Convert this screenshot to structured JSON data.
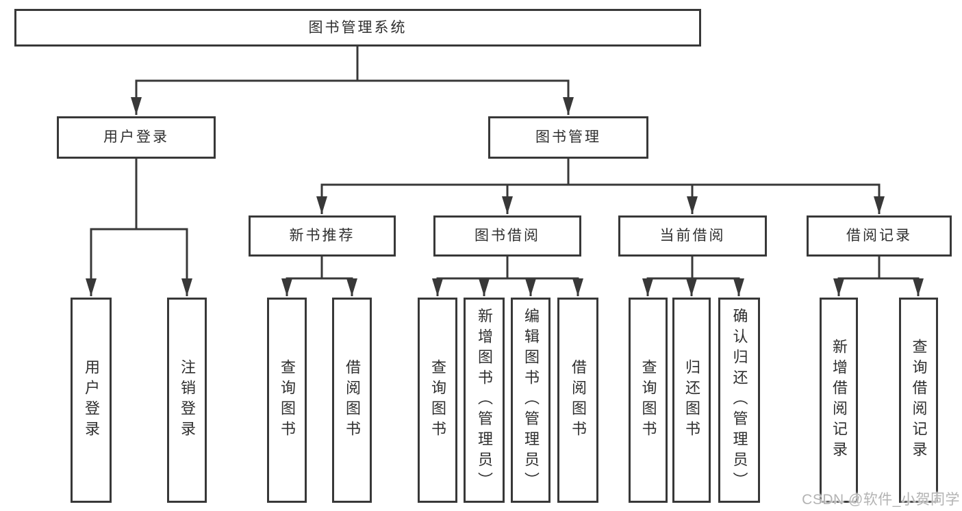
{
  "diagram": {
    "root": {
      "label": "图书管理系统"
    },
    "branches": [
      {
        "label": "用户登录",
        "children": [
          {
            "label": "用户登录"
          },
          {
            "label": "注销登录"
          }
        ]
      },
      {
        "label": "图书管理",
        "children": [
          {
            "label": "新书推荐",
            "children": [
              {
                "label": "查询图书"
              },
              {
                "label": "借阅图书"
              }
            ]
          },
          {
            "label": "图书借阅",
            "children": [
              {
                "label": "查询图书"
              },
              {
                "label": "新增图书（管理员）"
              },
              {
                "label": "编辑图书（管理员）"
              },
              {
                "label": "借阅图书"
              }
            ]
          },
          {
            "label": "当前借阅",
            "children": [
              {
                "label": "查询图书"
              },
              {
                "label": "归还图书"
              },
              {
                "label": "确认归还（管理员）"
              }
            ]
          },
          {
            "label": "借阅记录",
            "children": [
              {
                "label": "新增借阅记录"
              },
              {
                "label": "查询借阅记录"
              }
            ]
          }
        ]
      }
    ]
  },
  "watermark": {
    "text": "CSDN @软件_小贺同学"
  },
  "colors": {
    "line": "#383838",
    "text": "#2f2f2f",
    "watermark": "#b3b3b3",
    "background": "#ffffff"
  }
}
